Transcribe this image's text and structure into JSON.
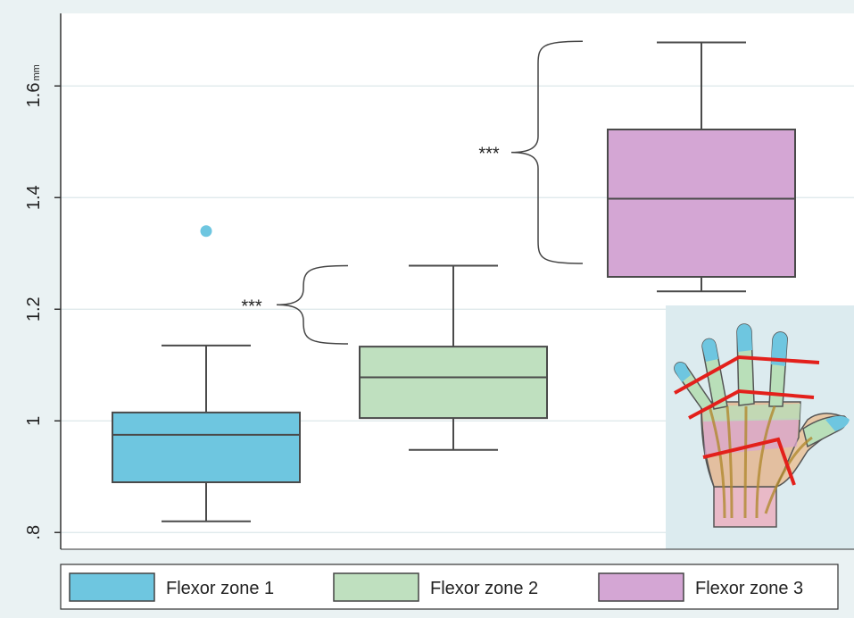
{
  "chart_data": {
    "type": "box",
    "title": "",
    "xlabel": "",
    "ylabel": "",
    "ylim": [
      0.77,
      1.73
    ],
    "yticks": [
      0.8,
      1.0,
      1.2,
      1.4,
      1.6
    ],
    "ytick_labels": [
      ".8",
      "1",
      "1.2",
      "1.4",
      "1.6"
    ],
    "ytick_units": [
      "",
      "",
      "",
      "",
      "mm"
    ],
    "grid": true,
    "legend_position": "bottom",
    "series": [
      {
        "name": "Flexor zone 1",
        "color": "#6ec6e0",
        "whisker_low": 0.82,
        "q1": 0.89,
        "median": 0.975,
        "q3": 1.015,
        "whisker_high": 1.135,
        "outliers": [
          1.34
        ]
      },
      {
        "name": "Flexor zone 2",
        "color": "#bfe0bf",
        "whisker_low": 0.948,
        "q1": 1.005,
        "median": 1.078,
        "q3": 1.133,
        "whisker_high": 1.278
      },
      {
        "name": "Flexor zone 3",
        "color": "#d4a6d4",
        "whisker_low": 1.232,
        "q1": 1.258,
        "median": 1.398,
        "q3": 1.522,
        "whisker_high": 1.678
      }
    ],
    "annotations": [
      {
        "text": "***",
        "range": [
          1.138,
          1.278
        ]
      },
      {
        "text": "***",
        "range": [
          1.282,
          1.68
        ]
      }
    ]
  },
  "inset": {
    "icon": "hand-flexor-zones-icon"
  }
}
